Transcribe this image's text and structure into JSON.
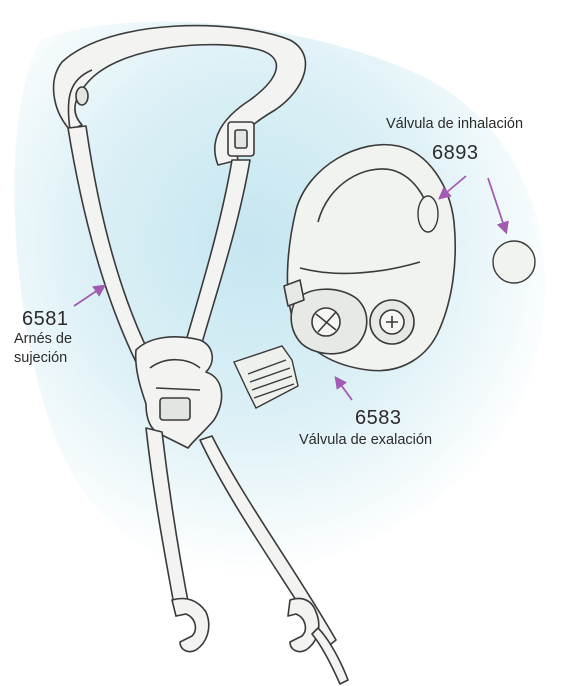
{
  "labels": {
    "inhalation_valve": {
      "name": "Válvula de inhalación",
      "part_number": "6893"
    },
    "harness": {
      "part_number": "6581",
      "name_line1": "Arnés de",
      "name_line2": "sujeción"
    },
    "exhalation_valve": {
      "part_number": "6583",
      "name": "Válvula de exalación"
    }
  },
  "colors": {
    "pointer_arrow": "#a25bb0",
    "background_tint": "#cfe8f0",
    "line_art": "#3a3a3a",
    "part_fill": "#f3f4f1"
  }
}
